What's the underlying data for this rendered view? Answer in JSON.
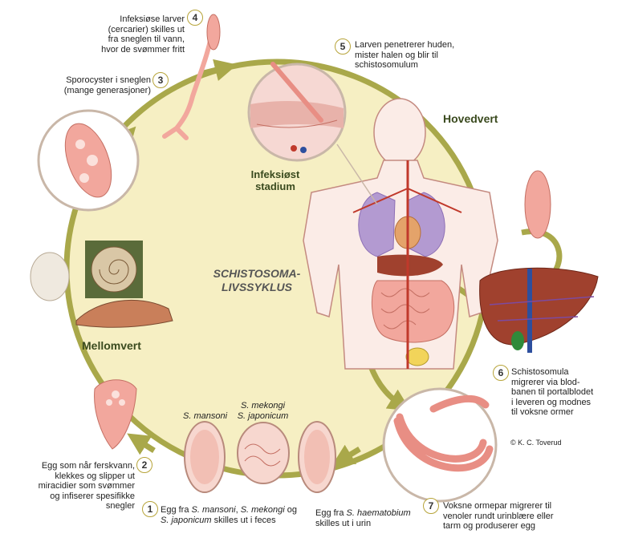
{
  "title": {
    "line1": "SCHISTOSOMA-",
    "line2": "LIVSSYKLUS"
  },
  "hosts": {
    "definitive": "Hovedvert",
    "intermediate": "Mellomvert"
  },
  "stage": {
    "infective_line1": "Infeksiøst",
    "infective_line2": "stadium"
  },
  "steps": [
    {
      "number": "1",
      "text_parts": [
        "Egg fra ",
        "S. mansoni",
        ", ",
        "S. mekongi",
        " og ",
        "S. japonicum",
        " skilles ut i feces"
      ]
    },
    {
      "number": "2",
      "lines": [
        "Egg som når ferskvann,",
        "klekkes og slipper ut",
        "miracidier som svømmer",
        "og infiserer spesifikke",
        "snegler"
      ]
    },
    {
      "number": "3",
      "lines": [
        "Sporocyster i sneglen",
        "(mange generasjoner)"
      ]
    },
    {
      "number": "4",
      "lines": [
        "Infeksiøse larver",
        "(cercarier) skilles ut",
        "fra sneglen til vann,",
        "hvor de svømmer fritt"
      ]
    },
    {
      "number": "5",
      "lines": [
        "Larven penetrerer huden,",
        "mister halen og blir til",
        "schistosomulum"
      ]
    },
    {
      "number": "6",
      "lines": [
        "Schistosomula",
        "migrerer via blod-",
        "banen til portalblodet",
        "i leveren og modnes",
        "til voksne ormer"
      ]
    },
    {
      "number": "7",
      "lines": [
        "Voksne ormepar migrerer til",
        "venoler rundt urinblære eller",
        "tarm og produserer egg"
      ]
    }
  ],
  "egg_labels": {
    "mansoni": "S. mansoni",
    "mekongi": "S. mekongi",
    "japonicum": "S. japonicum"
  },
  "haematobium": {
    "prefix": "Egg fra ",
    "species": "S. haematobium",
    "suffix": "skilles ut i urin"
  },
  "credit": "© K. C. Toverud",
  "colors": {
    "cycle_fill": "#f6efc3",
    "arrow": "#a9a84a",
    "tissue": "#f2a79d",
    "organ_purple": "#b39ad1",
    "liver": "#a0412e",
    "vessel": "#c0392b"
  }
}
